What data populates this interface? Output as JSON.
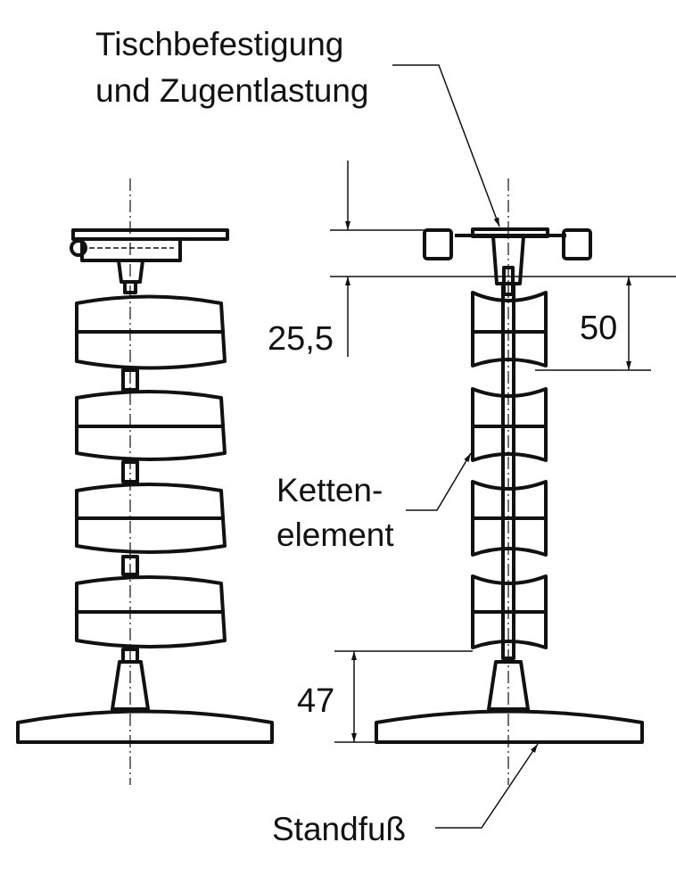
{
  "labels": {
    "table_mount_line1": "Tischbefestigung",
    "table_mount_line2": "und Zugentlastung",
    "chain_element_line1": "Ketten-",
    "chain_element_line2": "element",
    "base": "Standfuß"
  },
  "dimensions": {
    "mount_height": "25,5",
    "element_pitch": "50",
    "base_height": "47"
  },
  "colors": {
    "line": "#111111",
    "background": "#ffffff"
  }
}
